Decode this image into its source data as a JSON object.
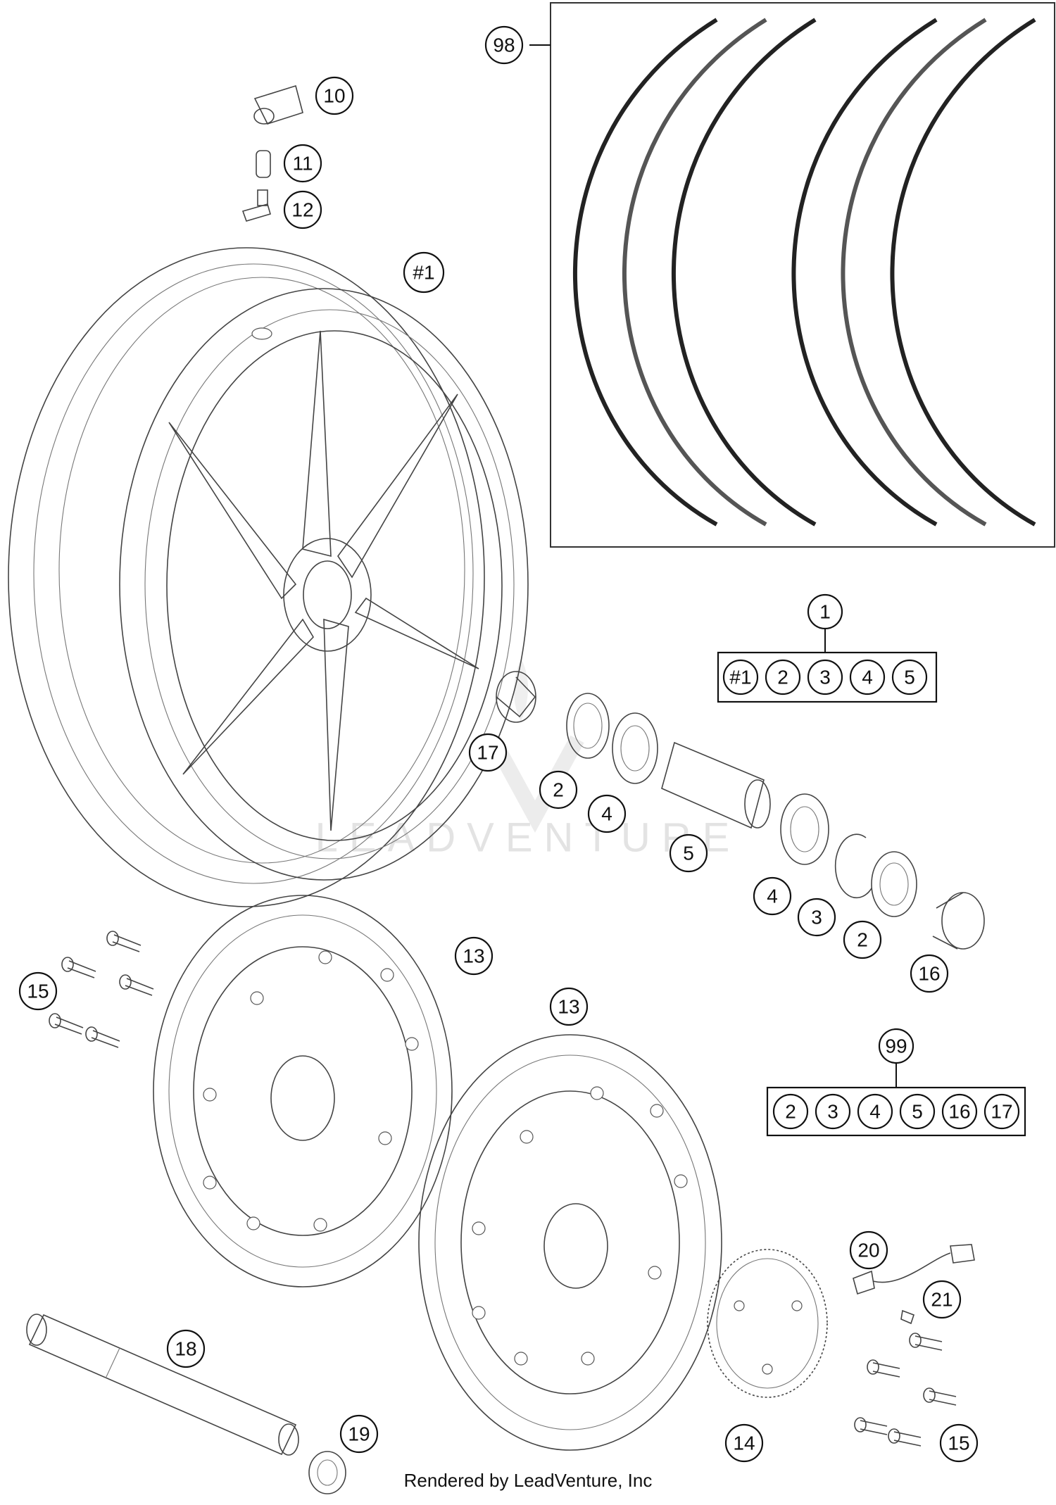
{
  "callouts": {
    "c98": "98",
    "c10": "10",
    "c11": "11",
    "c12": "12",
    "c1wheel": "#1",
    "c1": "1",
    "c17a": "17",
    "c2a": "2",
    "c4a": "4",
    "c5": "5",
    "c4b": "4",
    "c3": "3",
    "c2b": "2",
    "c16": "16",
    "c13a": "13",
    "c13b": "13",
    "c15a": "15",
    "c99": "99",
    "c18": "18",
    "c19": "19",
    "c20": "20",
    "c21": "21",
    "c14": "14",
    "c15b": "15"
  },
  "kit1": {
    "items": [
      "#1",
      "2",
      "3",
      "4",
      "5"
    ]
  },
  "kit99": {
    "items": [
      "2",
      "3",
      "4",
      "5",
      "16",
      "17"
    ]
  },
  "watermark": "LEADVENTURE",
  "footer": "Rendered by LeadVenture, Inc"
}
